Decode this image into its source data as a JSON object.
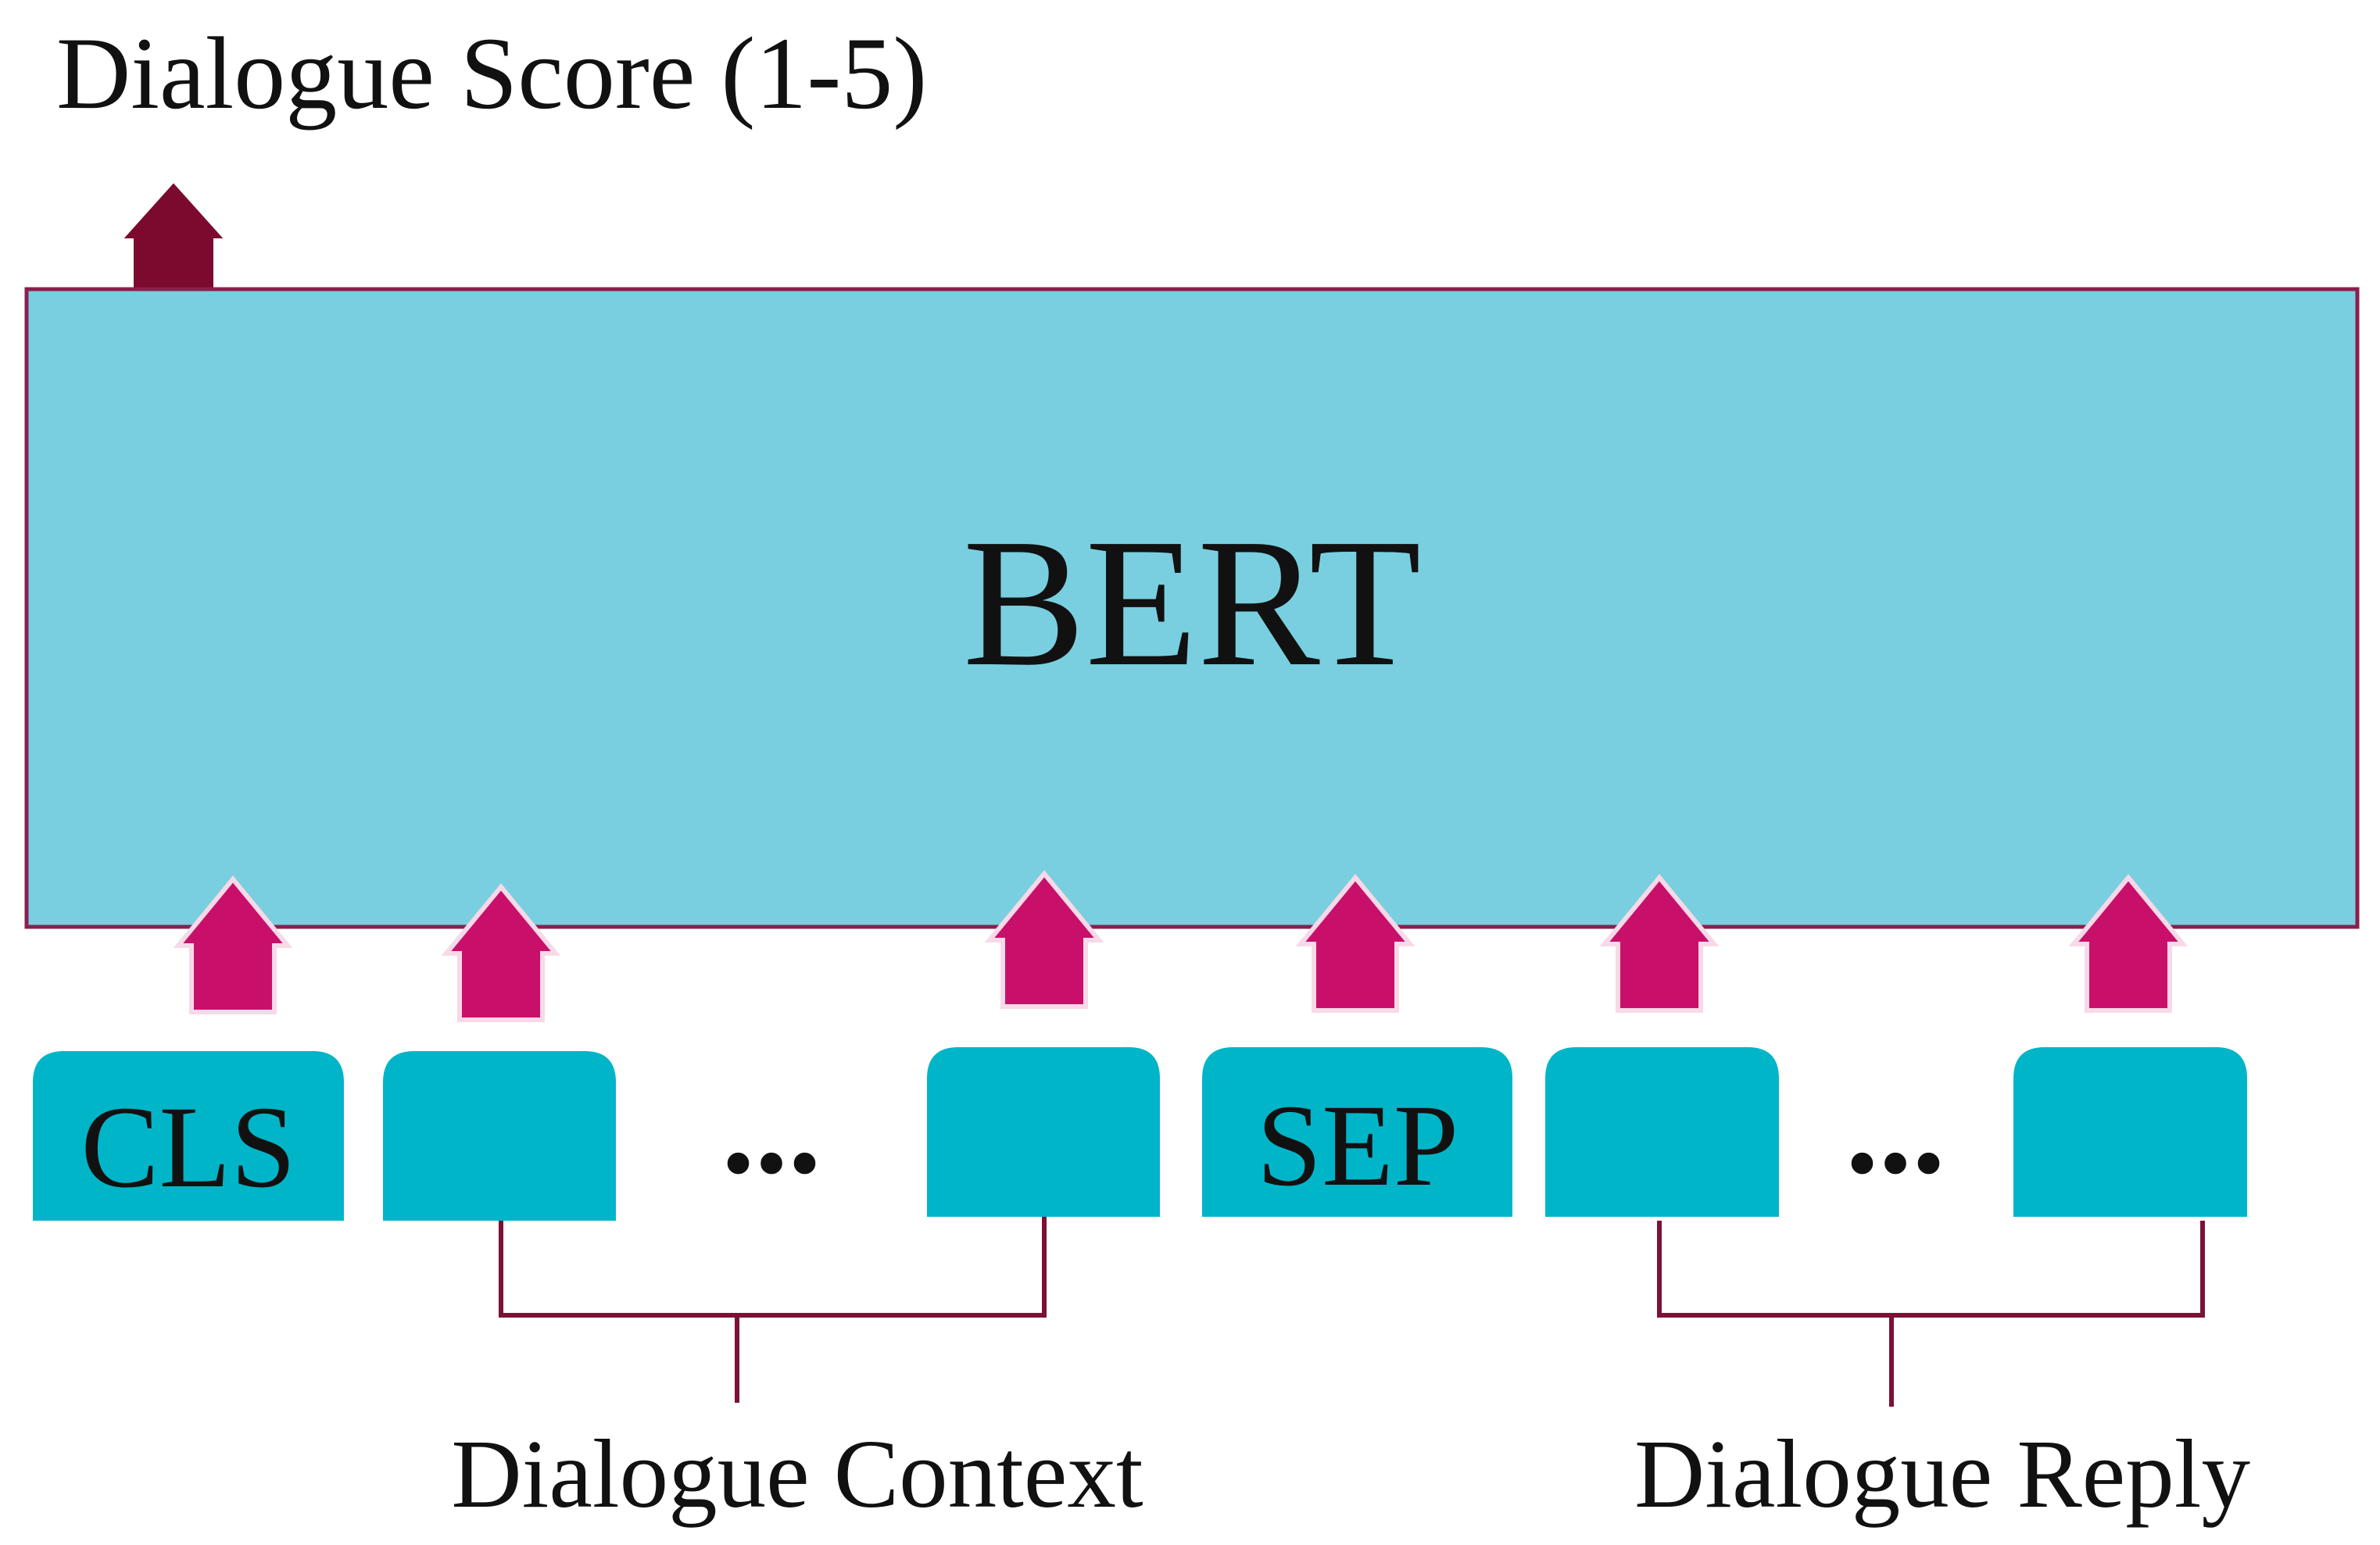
{
  "output_label": "Dialogue Score (1-5)",
  "model": {
    "label": "BERT"
  },
  "tokens": {
    "cls": "CLS",
    "ellipsis_context": "...",
    "sep": "SEP",
    "ellipsis_reply": "..."
  },
  "groups": {
    "context": "Dialogue Context",
    "reply": "Dialogue Reply"
  },
  "colors": {
    "bert_fill": "#79CFE0",
    "border": "#8A1F4E",
    "token_fill": "#00B5C8",
    "input_arrow": "#C8106B",
    "output_arrow": "#7B0A2E",
    "bracket": "#7B1236"
  }
}
